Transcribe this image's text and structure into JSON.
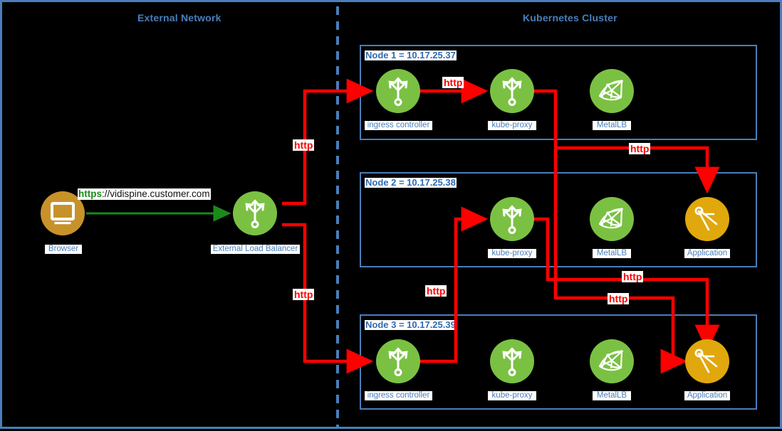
{
  "diagram": {
    "title_external": "External Network",
    "title_cluster": "Kubernetes Cluster",
    "divider": "vertical-dashed-boundary",
    "colors": {
      "frame": "#4a7ebb",
      "node_border": "#4a7ebb",
      "title_blue": "#4a7ebb",
      "label_blue": "#2e6bb5",
      "http_red": "#ff0000",
      "https_green": "#1a8a1a",
      "service_green": "#7ac143",
      "application_gold": "#e0a80d",
      "browser_amber": "#c8922a",
      "background": "#000000"
    }
  },
  "external": {
    "browser": {
      "caption": "Browser",
      "icon": "monitor-icon"
    },
    "loadbalancer": {
      "caption": "External Load Balancer",
      "icon": "service-trident-icon"
    },
    "url": {
      "scheme": "https",
      "rest": "://vidispine.customer.com"
    }
  },
  "nodes": [
    {
      "label": "Node 1 = 10.17.25.37",
      "name": "Node 1",
      "ip": "10.17.25.37",
      "components": [
        {
          "caption": "ingress controller",
          "icon": "service-trident-icon",
          "color": "green"
        },
        {
          "caption": "kube-proxy",
          "icon": "service-trident-icon",
          "color": "green"
        },
        {
          "caption": "MetalLB",
          "icon": "mesh-net-icon",
          "color": "green"
        }
      ]
    },
    {
      "label": "Node 2 = 10.17.25.38",
      "name": "Node 2",
      "ip": "10.17.25.38",
      "components": [
        {
          "caption": "kube-proxy",
          "icon": "service-trident-icon",
          "color": "green"
        },
        {
          "caption": "MetalLB",
          "icon": "mesh-net-icon",
          "color": "green"
        },
        {
          "caption": "Application",
          "icon": "compass-divider-icon",
          "color": "gold"
        }
      ]
    },
    {
      "label": "Node 3 = 10.17.25.39",
      "name": "Node 3",
      "ip": "10.17.25.39",
      "components": [
        {
          "caption": "ingress controller",
          "icon": "service-trident-icon",
          "color": "green"
        },
        {
          "caption": "kube-proxy",
          "icon": "service-trident-icon",
          "color": "green"
        },
        {
          "caption": "MetalLB",
          "icon": "mesh-net-icon",
          "color": "green"
        },
        {
          "caption": "Application",
          "icon": "compass-divider-icon",
          "color": "gold"
        }
      ]
    }
  ],
  "edges": [
    {
      "id": "lb-to-node1",
      "label": "http"
    },
    {
      "id": "node1-ingress-to-kubeproxy",
      "label": "http"
    },
    {
      "id": "node1-kubeproxy-to-node2-app",
      "label": "http"
    },
    {
      "id": "lb-to-node3",
      "label": "http"
    },
    {
      "id": "node3-ingress-to-node2-kubeproxy",
      "label": "http"
    },
    {
      "id": "node2-kubeproxy-to-node3-app",
      "label": "http"
    },
    {
      "id": "node1-kubeproxy-to-node3-app",
      "label": "http"
    }
  ],
  "edge_labels": {
    "lb_up": "http",
    "node1_internal": "http",
    "node1_to_node2app": "http",
    "lb_down": "http",
    "node3_to_node2proxy": "http",
    "lower_upper": "http",
    "lower_lower": "http"
  }
}
